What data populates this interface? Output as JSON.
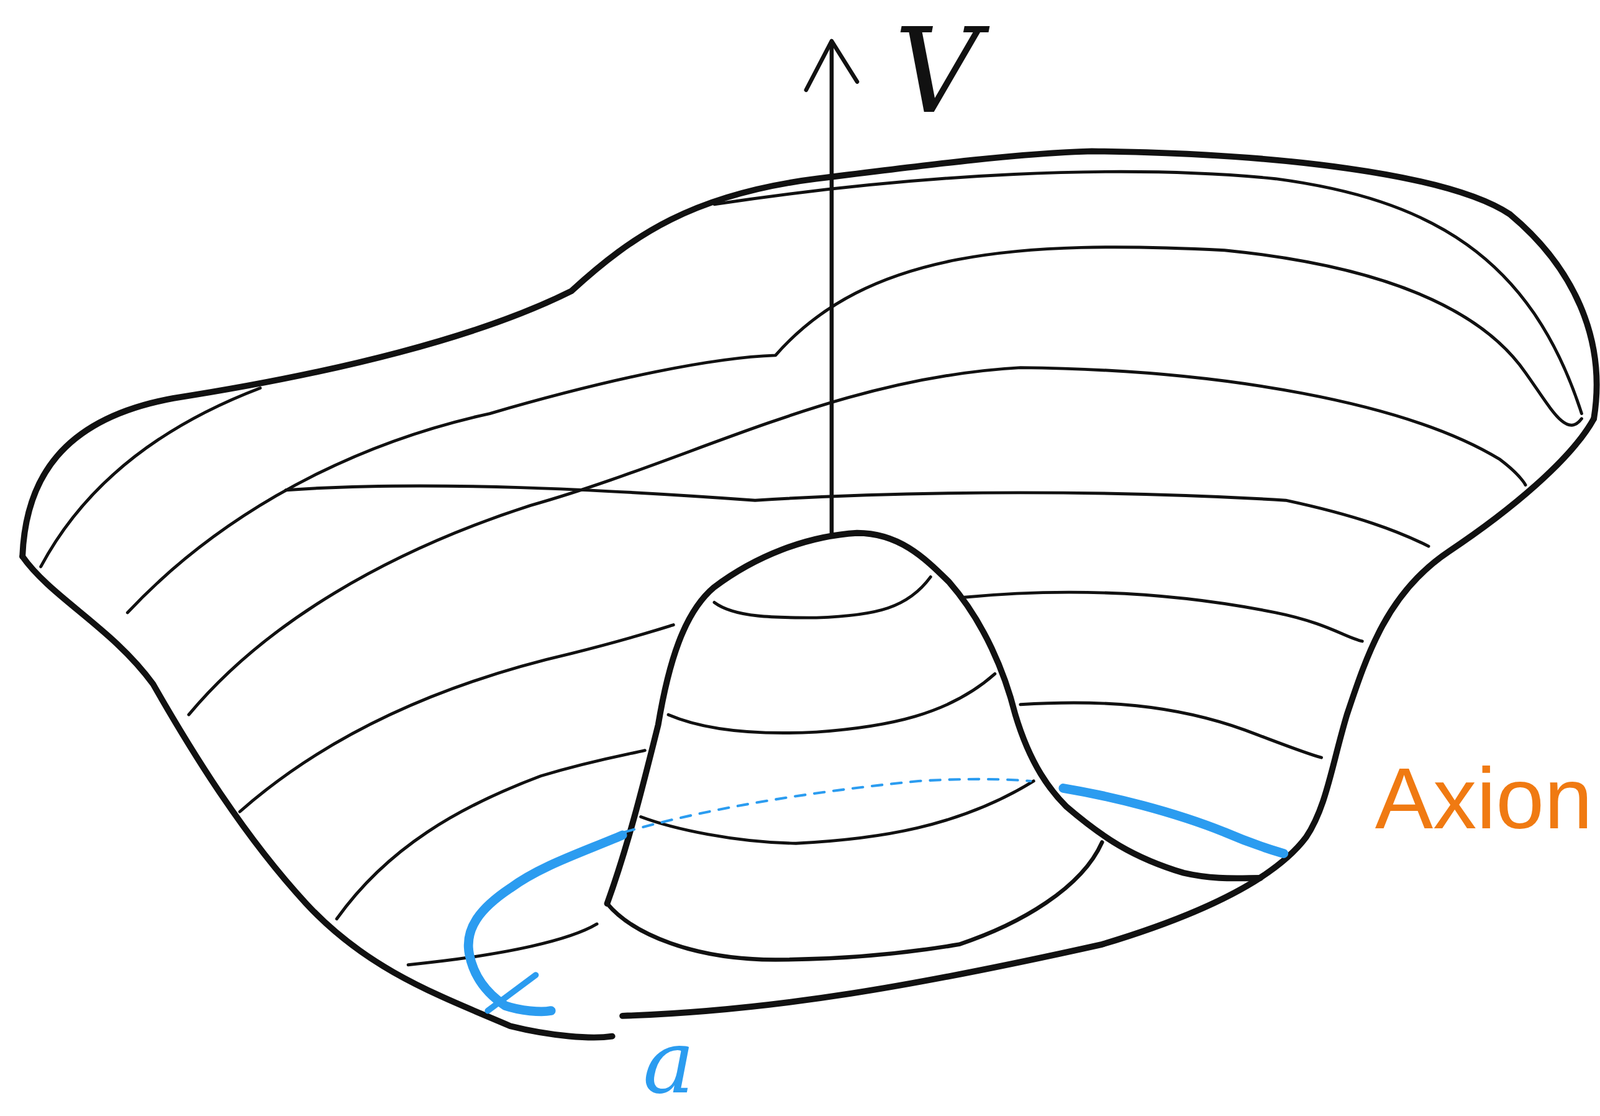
{
  "diagram": {
    "labels": [
      "V",
      "a",
      "Axion"
    ]
  }
}
